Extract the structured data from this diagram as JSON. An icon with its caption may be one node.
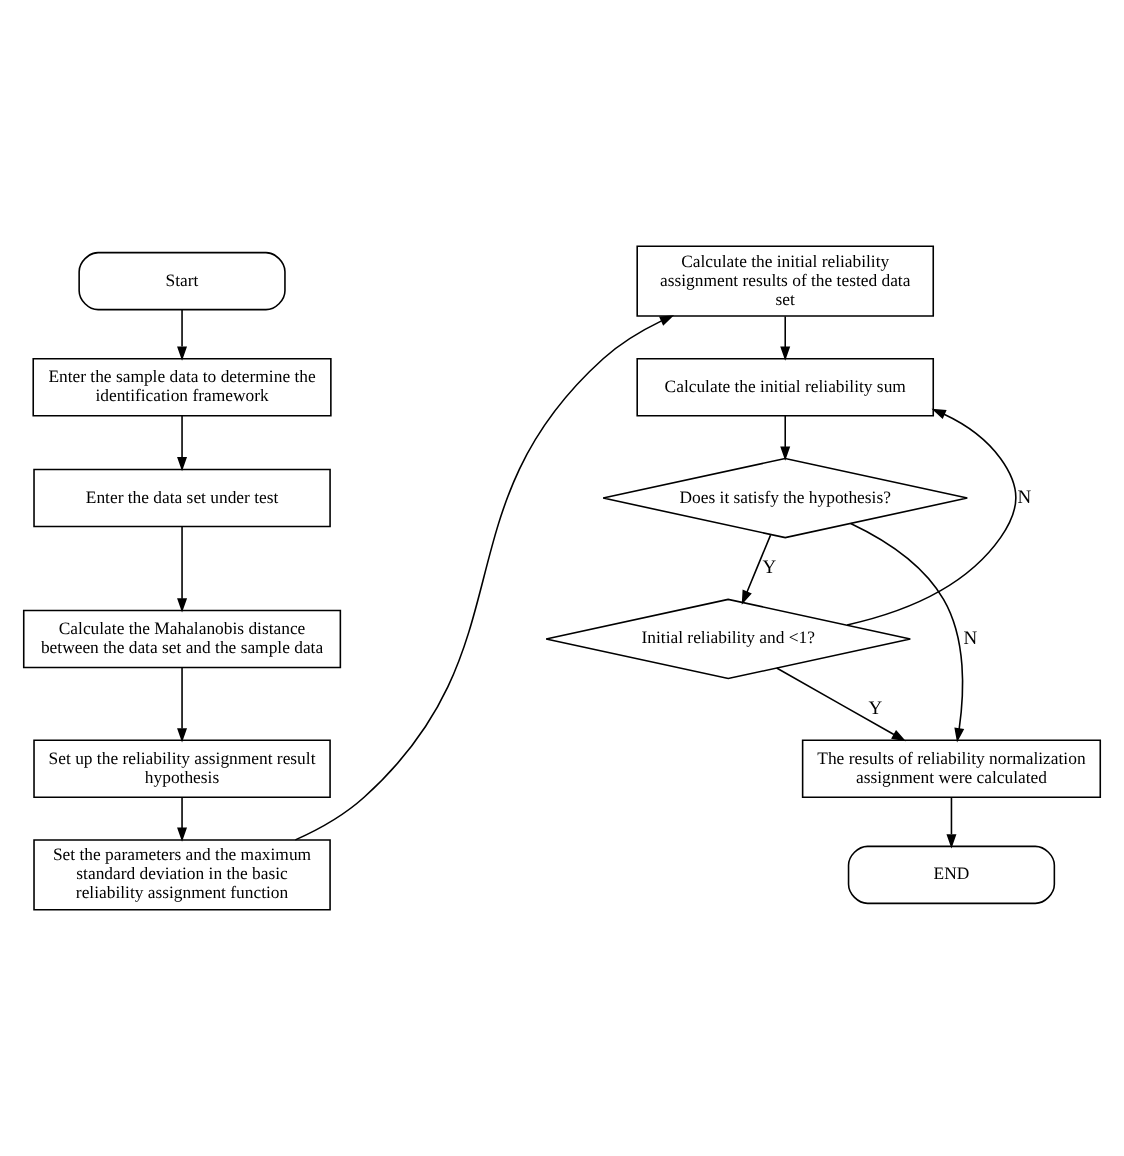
{
  "diagram": {
    "nodes": [
      {
        "text": [
          "Start"
        ]
      },
      {
        "text": [
          "Enter the sample data to determine the identification framework"
        ]
      },
      {
        "text": [
          "Enter the data set under test"
        ]
      },
      {
        "text": [
          "Calculate the Mahalanobis distance between the data set and the sample data"
        ]
      },
      {
        "text": [
          "Set up the reliability assignment result hypothesis"
        ]
      },
      {
        "text": [
          "Set the parameters and the maximum standard deviation in the basic reliability assignment function"
        ]
      },
      {
        "text": [
          "Calculate the initial reliability assignment results of the tested data set"
        ]
      },
      {
        "text": [
          "Calculate the initial reliability sum"
        ]
      },
      {
        "text": [
          "Does it satisfy the hypothesis?"
        ]
      },
      {
        "text": [
          "Initial reliability and <1?"
        ]
      },
      {
        "text": [
          "The results of reliability normalization assignment were calculated"
        ]
      },
      {
        "text": [
          "END"
        ]
      }
    ],
    "edges": [
      {
        "from": 0,
        "to": 1,
        "arrow": "to"
      },
      {
        "from": 1,
        "to": 2,
        "arrow": "to"
      },
      {
        "from": 2,
        "to": 3,
        "arrow": "to"
      },
      {
        "from": 3,
        "to": 4,
        "arrow": "to"
      },
      {
        "from": 4,
        "to": 5,
        "arrow": "to"
      },
      {
        "from": 5,
        "to": 6,
        "arrow": "to"
      },
      {
        "from": 6,
        "to": 7,
        "arrow": "to"
      },
      {
        "from": 7,
        "to": 8,
        "arrow": "to"
      },
      {
        "from": 8,
        "to": 9,
        "label": "Y",
        "arrow": "to"
      },
      {
        "from": 8,
        "to": 10,
        "label": "N",
        "arrow": "to"
      },
      {
        "from": 9,
        "to": 7,
        "label": "N",
        "arrow": "to"
      },
      {
        "from": 9,
        "to": 10,
        "label": "Y",
        "arrow": "to"
      },
      {
        "from": 10,
        "to": 11,
        "arrow": "to"
      }
    ]
  }
}
